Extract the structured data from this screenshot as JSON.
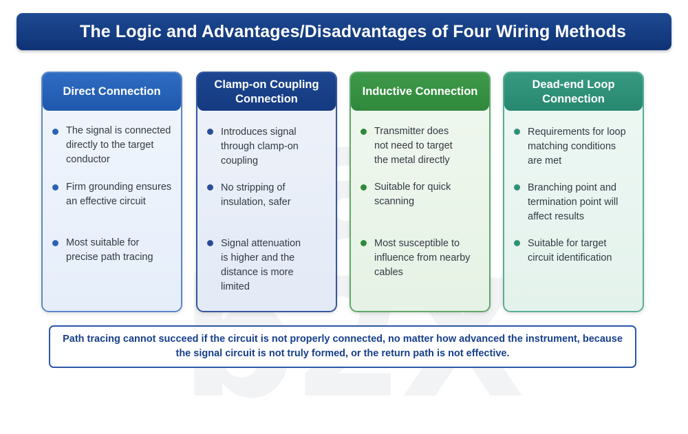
{
  "title": "The Logic and Advantages/Disadvantages of Four Wiring Methods",
  "watermark": "a b2X",
  "cards": [
    {
      "heading": "Direct Connection",
      "items": [
        "The signal is connected directly to the target conductor",
        "Firm grounding ensures an effective circuit",
        "Most suitable for precise path tracing"
      ]
    },
    {
      "heading": "Clamp-on Coupling Connection",
      "items": [
        "Introduces signal through clamp-on coupling",
        "No stripping of insulation, safer",
        "Signal attenuation is higher and the distance is more limited"
      ]
    },
    {
      "heading": "Inductive Connection",
      "items": [
        "Transmitter does not need to target the metal directly",
        "Suitable for quick scanning",
        "Most susceptible to influence from nearby cables"
      ]
    },
    {
      "heading": "Dead-end Loop Connection",
      "items": [
        "Requirements for loop matching conditions are met",
        "Branching point and termination point will affect results",
        "Suitable for target circuit identification"
      ]
    }
  ],
  "note": "Path tracing cannot succeed if the circuit is not properly connected, no matter how advanced the instrument, because the signal circuit is not truly formed, or the return path is not effective.",
  "colors": {
    "title_bar": "#153b80",
    "direct": "#2a65b8",
    "clamp_on": "#17408a",
    "inductive": "#389343",
    "dead_end": "#2f9177"
  }
}
